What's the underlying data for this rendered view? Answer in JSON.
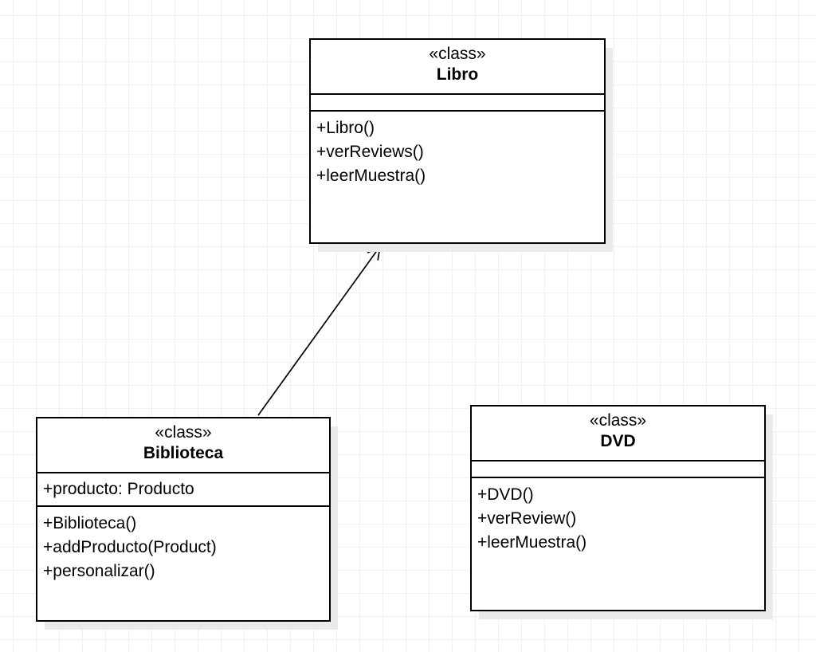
{
  "diagram": {
    "kind": "uml-class-diagram",
    "classes": [
      {
        "id": "libro",
        "stereotype": "«class»",
        "name": "Libro",
        "attributes": [],
        "methods": [
          "+Libro()",
          "+verReviews()",
          "+leerMuestra()"
        ]
      },
      {
        "id": "biblioteca",
        "stereotype": "«class»",
        "name": "Biblioteca",
        "attributes": [
          "+producto: Producto"
        ],
        "methods": [
          "+Biblioteca()",
          "+addProducto(Product)",
          "+personalizar()"
        ]
      },
      {
        "id": "dvd",
        "stereotype": "«class»",
        "name": "DVD",
        "attributes": [],
        "methods": [
          "+DVD()",
          "+verReview()",
          "+leerMuestra()"
        ]
      }
    ],
    "relationships": [
      {
        "from": "Biblioteca",
        "to": "Libro",
        "type": "directed-association",
        "arrowhead": "open"
      }
    ]
  },
  "colors": {
    "canvas_bg": "#ffffff",
    "grid_line": "#f0f0f3",
    "box_border": "#000000",
    "shadow": "#ebebeb",
    "connector": "#000000"
  }
}
